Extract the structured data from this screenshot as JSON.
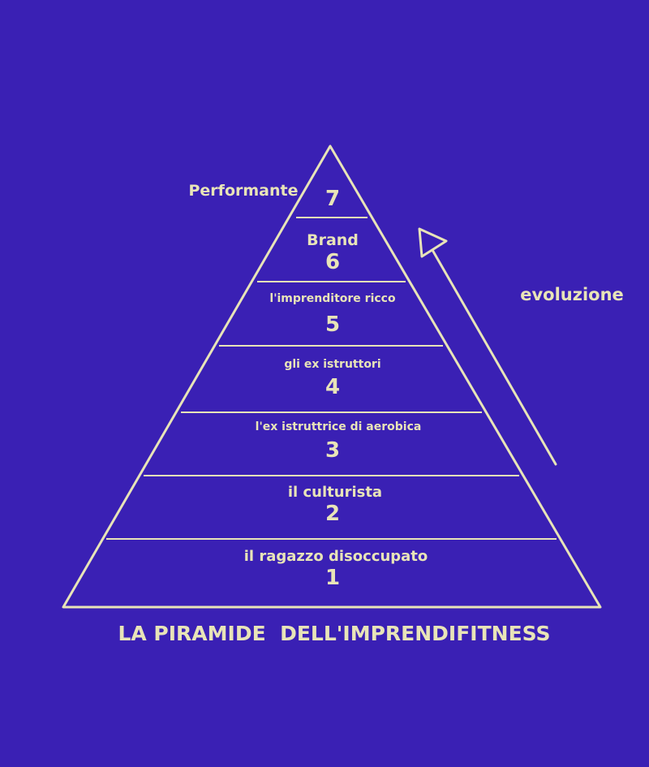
{
  "colors": {
    "background": "#3a20b4",
    "foreground": "#e8e4b8"
  },
  "pyramid": {
    "levels": [
      {
        "number": "7",
        "label": ""
      },
      {
        "number": "6",
        "label": "Brand"
      },
      {
        "number": "5",
        "label": "l'imprenditore ricco"
      },
      {
        "number": "4",
        "label": "gli ex istruttori"
      },
      {
        "number": "3",
        "label": "l'ex istruttrice di aerobica"
      },
      {
        "number": "2",
        "label": "il culturista"
      },
      {
        "number": "1",
        "label": "il ragazzo disoccupato"
      }
    ],
    "apex_label": "Performante"
  },
  "arrow_label": "evoluzione",
  "title": "LA PIRAMIDE  DELL'IMPRENDIFITNESS"
}
